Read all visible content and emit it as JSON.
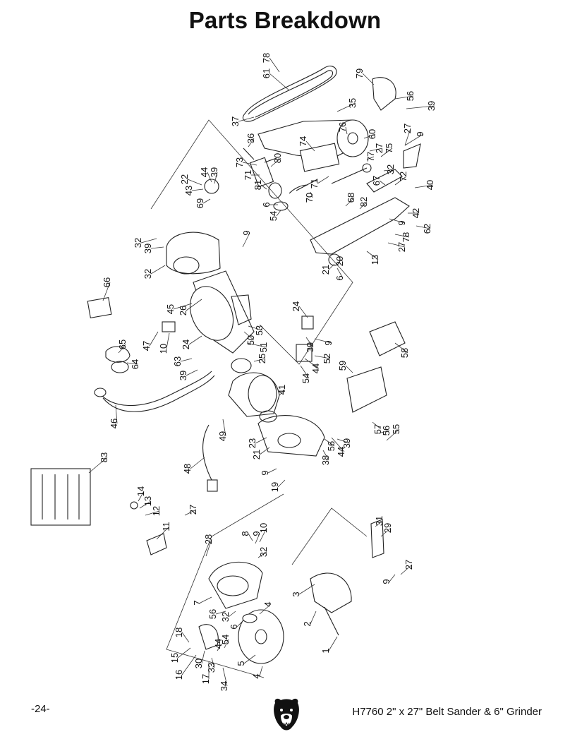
{
  "page": {
    "title": "Parts Breakdown",
    "page_number": "-24-",
    "model_caption": "H7760 2\" x 27\" Belt Sander & 6\" Grinder",
    "logo_icon": "grizzly-bear-logo-icon"
  },
  "callouts": [
    "78",
    "61",
    "79",
    "56",
    "39",
    "35",
    "37",
    "76",
    "60",
    "9",
    "27",
    "27",
    "36",
    "74",
    "77",
    "75",
    "73",
    "80",
    "32",
    "22",
    "44",
    "39",
    "43",
    "71",
    "72",
    "40",
    "81",
    "71",
    "67",
    "6",
    "70",
    "68",
    "82",
    "54",
    "69",
    "42",
    "9",
    "62",
    "78",
    "32",
    "9",
    "27",
    "39",
    "32",
    "21",
    "20",
    "13",
    "6",
    "66",
    "45",
    "26",
    "24",
    "53",
    "50",
    "51",
    "24",
    "47",
    "10",
    "65",
    "64",
    "63",
    "39",
    "9",
    "39",
    "25",
    "52",
    "44",
    "54",
    "59",
    "58",
    "41",
    "46",
    "49",
    "23",
    "21",
    "57",
    "56",
    "55",
    "39",
    "44",
    "56",
    "38",
    "48",
    "9",
    "19",
    "83",
    "14",
    "13",
    "12",
    "27",
    "11",
    "28",
    "8",
    "9",
    "10",
    "31",
    "32",
    "29",
    "27",
    "9",
    "3",
    "7",
    "56",
    "32",
    "6",
    "4",
    "18",
    "54",
    "44",
    "2",
    "15",
    "30",
    "33",
    "5",
    "1",
    "16",
    "17",
    "34",
    "4"
  ]
}
